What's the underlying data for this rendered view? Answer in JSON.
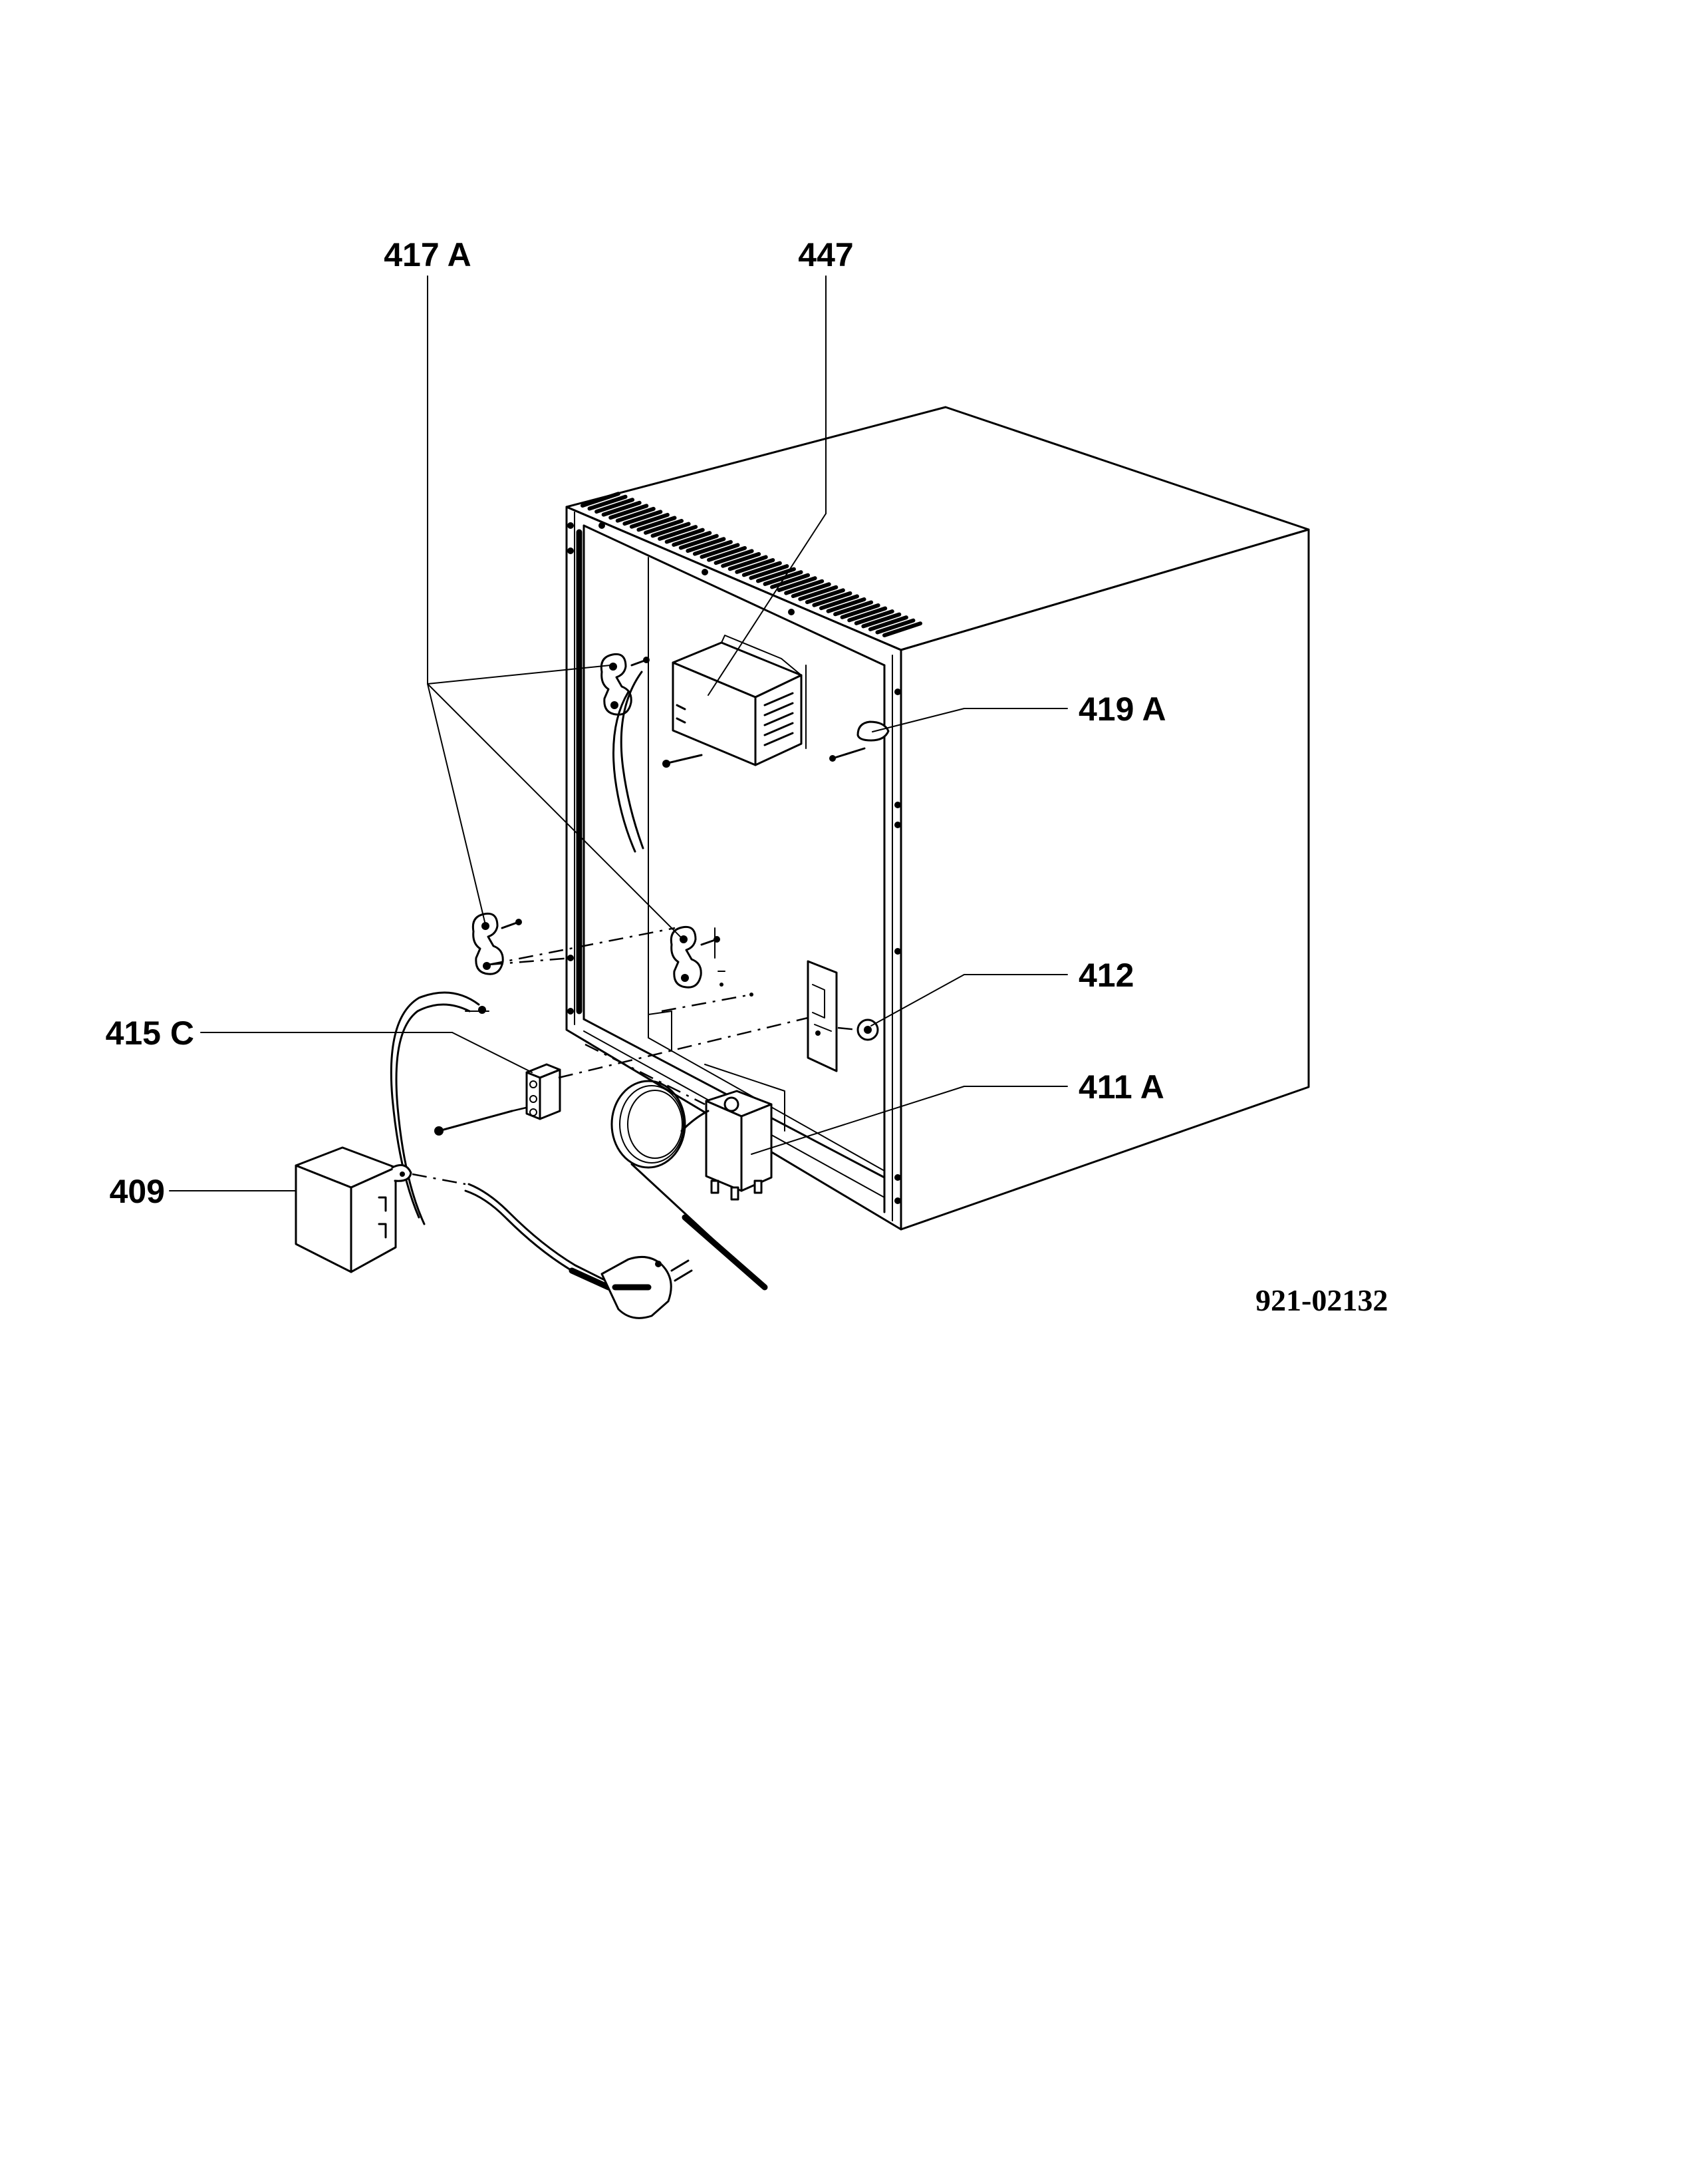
{
  "callouts": {
    "c417a": "417 A",
    "c447": "447",
    "c419a": "419 A",
    "c412": "412",
    "c415c": "415 C",
    "c411a": "411 A",
    "c409": "409"
  },
  "drawing_number": "921-02132"
}
